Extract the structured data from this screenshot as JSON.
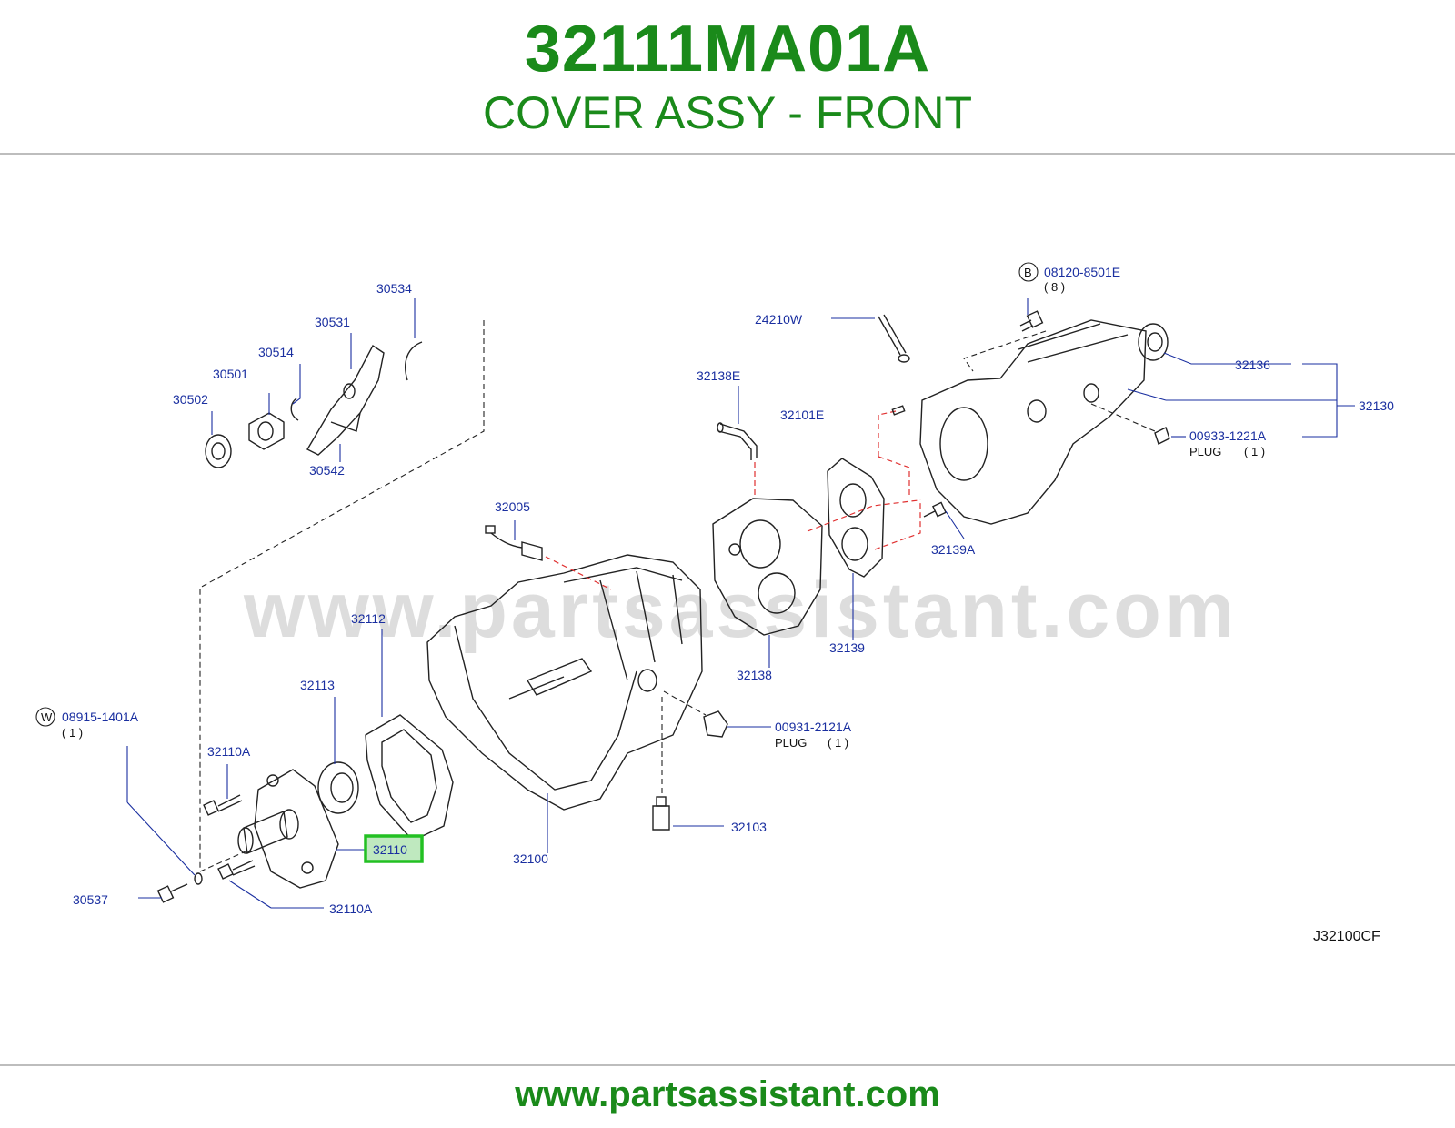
{
  "header": {
    "part_number": "32111MA01A",
    "title": "COVER ASSY - FRONT"
  },
  "watermark": "www.partsassistant.com",
  "footer": {
    "url": "www.partsassistant.com"
  },
  "diagram": {
    "code": "J32100CF",
    "highlight_color": "#22c022",
    "labels": {
      "l30534": "30534",
      "l30531": "30531",
      "l30514": "30514",
      "l30501": "30501",
      "l30502": "30502",
      "l30542": "30542",
      "l32005": "32005",
      "l32112": "32112",
      "l32113": "32113",
      "l32110A_top": "32110A",
      "l32110": "32110",
      "l32110A_bottom": "32110A",
      "l30537": "30537",
      "l08915": "08915-1401A",
      "l08915_qty": "( 1 )",
      "l08915_marker": "W",
      "l32100": "32100",
      "l32103": "32103",
      "l00931": "00931-2121A",
      "l00931_plug": "PLUG",
      "l00931_qty": "( 1 )",
      "l32138": "32138",
      "l32138E": "32138E",
      "l32101E": "32101E",
      "l32139": "32139",
      "l32139A": "32139A",
      "l24210W": "24210W",
      "l08120": "08120-8501E",
      "l08120_qty": "( 8 )",
      "l08120_marker": "B",
      "l32136": "32136",
      "l32130": "32130",
      "l00933": "00933-1221A",
      "l00933_plug": "PLUG",
      "l00933_qty": "( 1 )"
    }
  }
}
